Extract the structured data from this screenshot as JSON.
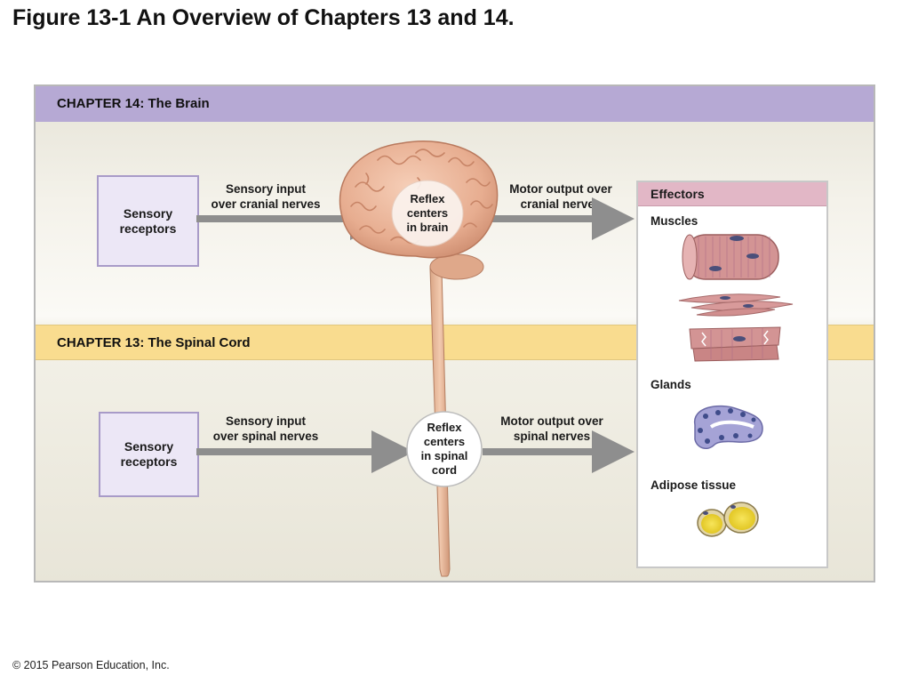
{
  "figure": {
    "title": "Figure 13-1 An Overview of Chapters 13 and 14.",
    "copyright": "© 2015 Pearson Education, Inc."
  },
  "brain_section": {
    "header": "CHAPTER 14: The Brain",
    "receptors": "Sensory\nreceptors",
    "input_label": "Sensory input\nover cranial nerves",
    "reflex_label": "Reflex\ncenters\nin brain",
    "output_label": "Motor output over\ncranial nerves"
  },
  "cord_section": {
    "header": "CHAPTER 13: The Spinal Cord",
    "receptors": "Sensory\nreceptors",
    "input_label": "Sensory input\nover spinal nerves",
    "reflex_label": "Reflex\ncenters\nin spinal\ncord",
    "output_label": "Motor output over\nspinal nerves"
  },
  "effectors": {
    "header": "Effectors",
    "muscles": "Muscles",
    "glands": "Glands",
    "adipose": "Adipose tissue"
  },
  "icons": {
    "brain": "brain-icon",
    "spinal_cord": "spinal-cord-icon",
    "skeletal_muscle": "skeletal-muscle-icon",
    "smooth_muscle": "smooth-muscle-icon",
    "cardiac_muscle": "cardiac-muscle-icon",
    "gland": "gland-icon",
    "adipose": "adipose-cell-icon"
  },
  "colors": {
    "brain_band": "#b6a9d4",
    "cord_band": "#f9dc8f",
    "effectors_header": "#e2b7c6",
    "receptor_fill": "#ece7f6",
    "arrow": "#8e8e8e",
    "brain_tissue": "#eab59b",
    "muscle": "#cf8e8e",
    "gland": "#9a98cf",
    "adipose": "#f0d83a"
  }
}
